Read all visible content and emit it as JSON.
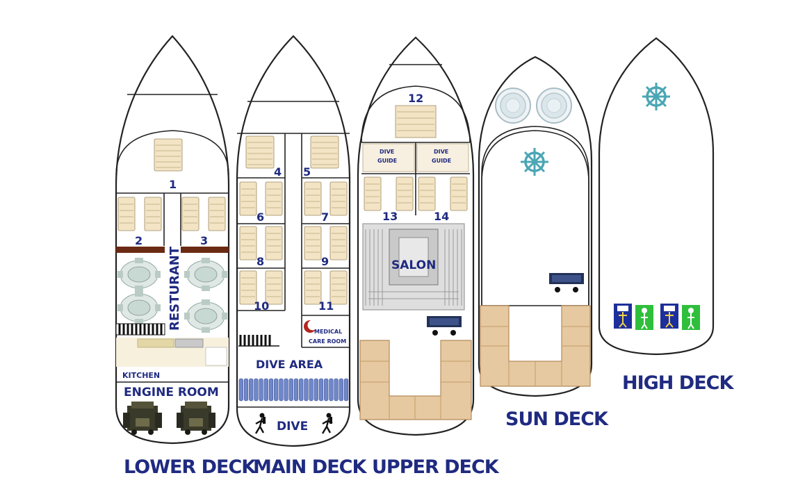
{
  "decks": {
    "lower": {
      "title": "LOWER DECK",
      "cabins": [
        "1",
        "2",
        "3"
      ],
      "restaurant": "RESTURANT",
      "kitchen": "KITCHEN",
      "engine_room": "ENGINE ROOM"
    },
    "main": {
      "title": "MAIN DECK",
      "cabins": [
        "4",
        "5",
        "6",
        "7",
        "8",
        "9",
        "10",
        "11"
      ],
      "medical_line1": "MEDICAL",
      "medical_line2": "CARE ROOM",
      "dive_area": "DIVE AREA",
      "dive": "DIVE"
    },
    "upper": {
      "title": "UPPER DECK",
      "cabins": [
        "12",
        "13",
        "14"
      ],
      "dive_guide_line1": "DIVE",
      "dive_guide_line2": "GUIDE",
      "salon": "SALON"
    },
    "sun": {
      "title": "SUN DECK"
    },
    "high": {
      "title": "HIGH DECK"
    }
  },
  "colors": {
    "label_blue": "#1f2a80",
    "bed_beige": "#f2e4c4",
    "sofa_tan": "#e6c9a0",
    "restaurant_brown": "#6b2a14",
    "medical_red": "#b3261e",
    "helm_teal": "#4aa6b4",
    "tank_blue": "#6f87c9"
  },
  "icons": [
    "jacuzzi-icon",
    "ships-wheel-icon",
    "diver-icon",
    "medical-crescent-icon",
    "engine-icon",
    "sunbed-icon"
  ]
}
